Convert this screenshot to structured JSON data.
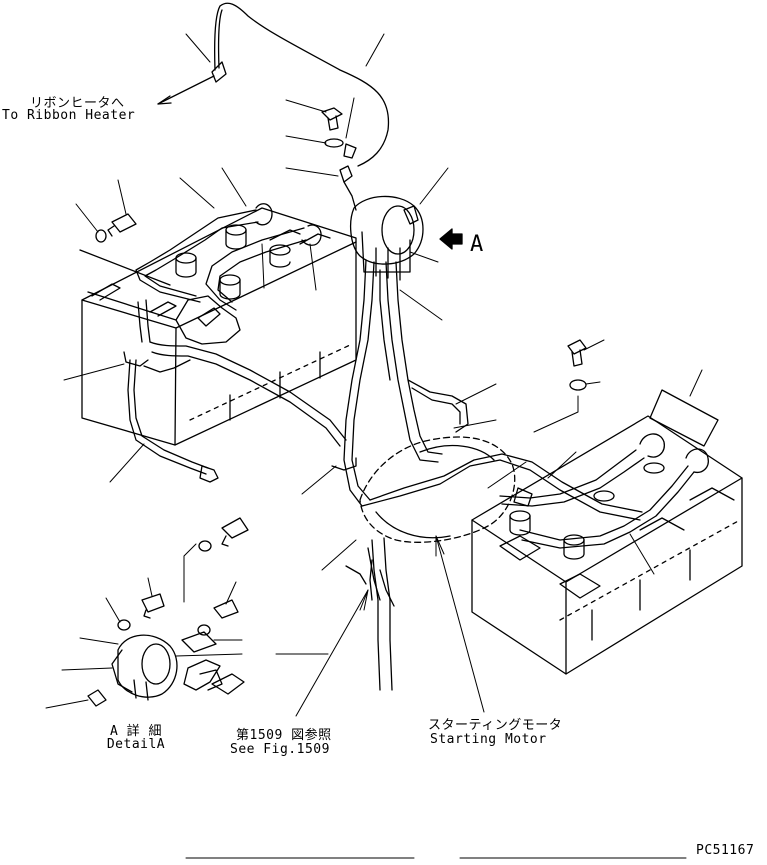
{
  "labels": {
    "ribbon_heater_jp": "リボンヒータへ",
    "ribbon_heater_en": "To Ribbon Heater",
    "arrow_a": "A",
    "detail_jp": "A 詳 細",
    "detail_en": "DetailA",
    "see_fig_jp": "第1509 図参照",
    "see_fig_en": "See Fig.1509",
    "starting_motor_jp": "スターティングモータ",
    "starting_motor_en": "Starting Motor",
    "drawing_number": "PC51167"
  }
}
